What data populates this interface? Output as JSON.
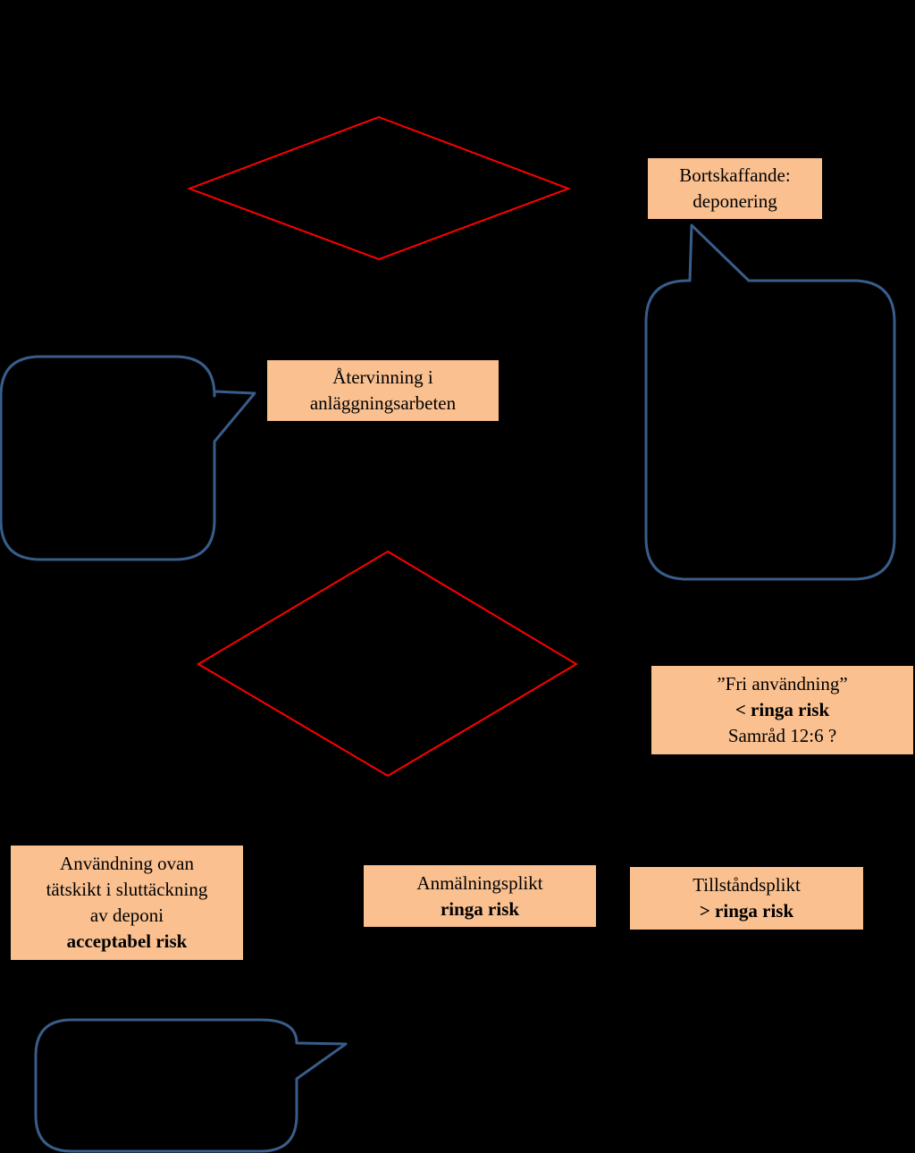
{
  "colors": {
    "background": "#000000",
    "box_fill": "#fac090",
    "diamond_stroke": "#ff0000",
    "callout_stroke": "#385d8a",
    "text": "#000000"
  },
  "boxes": {
    "disposal": {
      "line1": "Bortskaffande:",
      "line2": "deponering"
    },
    "recovery": {
      "line1": "Återvinning i",
      "line2": "anläggningsarbeten"
    },
    "free_use": {
      "line1": "”Fri användning”",
      "line2": "< ringa risk",
      "line3": "Samråd 12:6  ?"
    },
    "landfill_cover": {
      "line1": "Användning ovan",
      "line2": "tätskikt i sluttäckning",
      "line3": "av deponi",
      "line4": "acceptabel risk"
    },
    "notification": {
      "line1": "Anmälningsplikt",
      "line2": "ringa risk"
    },
    "permit": {
      "line1": "Tillståndsplikt",
      "line2": "> ringa risk"
    }
  }
}
